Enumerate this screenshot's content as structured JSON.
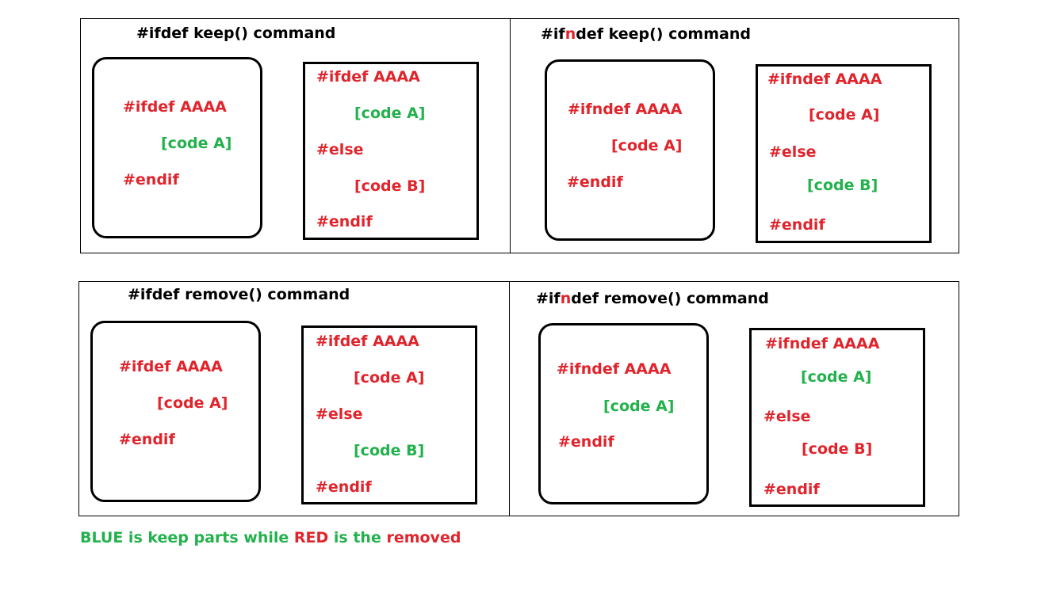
{
  "colors": {
    "red": "#e0242c",
    "green": "#22b14c",
    "border": "#000000"
  },
  "panels": {
    "ifdef_keep": {
      "title": "#ifdef  keep() command",
      "left": {
        "l1": "#ifdef  AAAA",
        "l2": "[code A]",
        "l3": "#endif"
      },
      "right": {
        "l1": "#ifdef AAAA",
        "l2": "[code A]",
        "l3": "#else",
        "l4": "[code B]",
        "l5": "#endif"
      }
    },
    "ifndef_keep": {
      "title_a": "#if",
      "title_n": "n",
      "title_b": "def  keep() command",
      "left": {
        "l1": "#ifndef  AAAA",
        "l2": "[code A]",
        "l3": "#endif"
      },
      "right": {
        "l1": "#ifndef AAAA",
        "l2": "[code A]",
        "l3": "#else",
        "l4": "[code B]",
        "l5": "#endif"
      }
    },
    "ifdef_remove": {
      "title": "#ifdef remove()  command",
      "left": {
        "l1": "#ifdef AAAA",
        "l2": "[code A]",
        "l3": "#endif"
      },
      "right": {
        "l1": "#ifdef AAAA",
        "l2": "[code A]",
        "l3": "#else",
        "l4": "[code B]",
        "l5": "#endif"
      }
    },
    "ifndef_remove": {
      "title_a": "#if",
      "title_n": "n",
      "title_b": "def  remove()  command",
      "left": {
        "l1": "#ifndef AAAA",
        "l2": "[code A]",
        "l3": "#endif"
      },
      "right": {
        "l1": "#ifndef AAAA",
        "l2": "[code A]",
        "l3": "#else",
        "l4": "[code B]",
        "l5": "#endif"
      }
    }
  },
  "legend": {
    "part1": "BLUE is keep parts  while ",
    "part2": "RED",
    "part3": " is the ",
    "part4": "removed"
  }
}
